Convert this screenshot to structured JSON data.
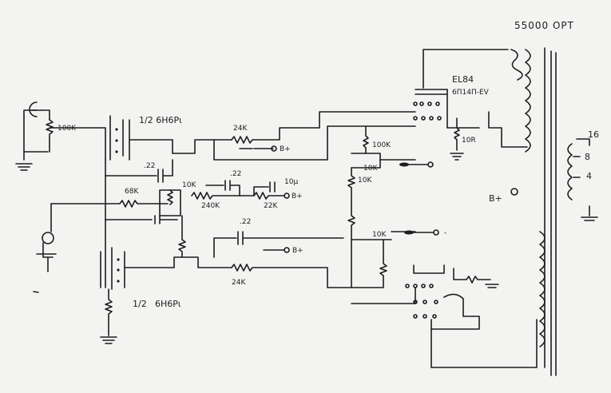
{
  "diagram": {
    "title": "55000 OPT",
    "tubes": {
      "driver_top": "1/2 6H6Pι",
      "driver_bottom": "6H6Pι",
      "driver_bottom_fraction": "1/2",
      "output": "EL84",
      "output_alt": "6П14П-EV"
    },
    "components": {
      "r_grid": "100K",
      "r_plate_top": "24K",
      "r_plate_bottom": "24K",
      "c_top": ".22",
      "c_mid": ".22",
      "c_bottom": ".22",
      "r_input": "68K",
      "pot_mid": "10K",
      "r_240k": "240K",
      "r_22k": "22K",
      "c_10u": "10μ",
      "r_100k_grid": "100K",
      "pot_10k_a": "10K",
      "r_10k": "10K",
      "pot_10k_b": "10K",
      "r_cathode": "10R"
    },
    "rails": {
      "bplus_1": "B+",
      "bplus_2": "B+",
      "bplus_3": "B+",
      "bplus_4": "B+"
    },
    "output_taps": [
      "16",
      "8",
      "4"
    ],
    "bias_sign": "-"
  }
}
